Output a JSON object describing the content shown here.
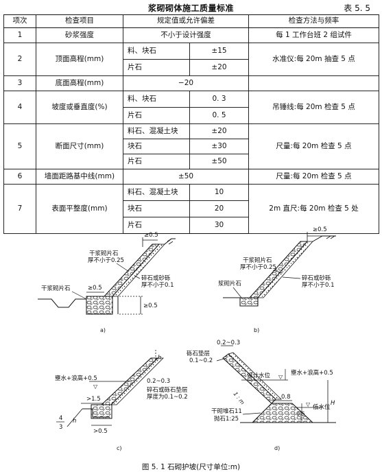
{
  "table": {
    "title": "浆砌砌体施工质量标准",
    "number": "表 5. 5",
    "headers": [
      "项次",
      "检查项目",
      "规定值或允许偏差",
      "检查方法与频率"
    ],
    "rows": [
      {
        "no": "1",
        "item": "砂浆强度",
        "spec": "不小于设计强度",
        "method": "每 1 工作台班 2 组试件"
      },
      {
        "no": "2",
        "item": "顶面高程(mm)",
        "subs": [
          [
            "料、块石",
            "±15"
          ],
          [
            "片石",
            "±20"
          ]
        ],
        "method": "水准仪:每 20m 抽查 5 点"
      },
      {
        "no": "3",
        "item": "底面高程(mm)",
        "spec": "−20",
        "method": ""
      },
      {
        "no": "4",
        "item": "坡度或垂直度(%)",
        "subs": [
          [
            "料、块石",
            "0. 3"
          ],
          [
            "片石",
            "0. 5"
          ]
        ],
        "method": "吊锤线:每 20m 检查 5 点"
      },
      {
        "no": "5",
        "item": "断面尺寸(mm)",
        "subs": [
          [
            "料石、混凝土块",
            "±20"
          ],
          [
            "块石",
            "±30"
          ],
          [
            "片石",
            "±50"
          ]
        ],
        "method": "尺量:每 20m 检查 5 点"
      },
      {
        "no": "6",
        "item": "墙面距路基中线(mm)",
        "spec": "±50",
        "method": "尺量:每 20m 检查 5 点"
      },
      {
        "no": "7",
        "item": "表面平整度(mm)",
        "subs": [
          [
            "料石、混凝土块",
            "10"
          ],
          [
            "块石",
            "20"
          ],
          [
            "片石",
            "30"
          ]
        ],
        "method": "2m 直尺:每 20m 检查 5 处"
      }
    ]
  },
  "figure": {
    "a": {
      "label": "a)",
      "dim_top": "≥0.5",
      "callout1a": "干浆砌片石",
      "callout1b": "厚不小于0.25",
      "callout2a": "碎石或砂砾",
      "callout2b": "厚不小于0.1",
      "callout3": "干浆砌片石",
      "dim_toe": "≥0.5",
      "dim_depth": "≥0.5"
    },
    "b": {
      "label": "b)",
      "dim_top": "≥0.5",
      "callout1a": "干浆砌片石",
      "callout1b": "厚不小于0.25",
      "callout2a": "碎石或砂砾",
      "callout2b": "厚不小于0.1",
      "callout3": "浆砌片石"
    },
    "c": {
      "label": "c)",
      "dim_h": "h",
      "water": "壅水+浪高+0.5",
      "thick": "0.2~0.3",
      "cushion_a": "碎石或砾石垫层",
      "cushion_b": "厚度为0.1~0.2",
      "dim_toe": ">1.5",
      "slope_num": "4",
      "slope_den": "3",
      "dim_h2": "h",
      "dim_bottom": ">0.5"
    },
    "d": {
      "label": "d)",
      "dim_top": "0.2~0.3",
      "gravel_a": "砾石垫层",
      "gravel_b": "0.1~0.2",
      "design_water": "设计水位",
      "water": "壅水+浪高+0.5",
      "slope": "1 : m",
      "dim_08": "0.8",
      "stone_a": "干砌堆石11",
      "stone_b": "抛石1:25",
      "low_water": "低水位",
      "dim_05": "0.5",
      "dim_H": "H"
    },
    "caption": "图 5. 1    石砌护坡(尺寸单位:m)"
  }
}
